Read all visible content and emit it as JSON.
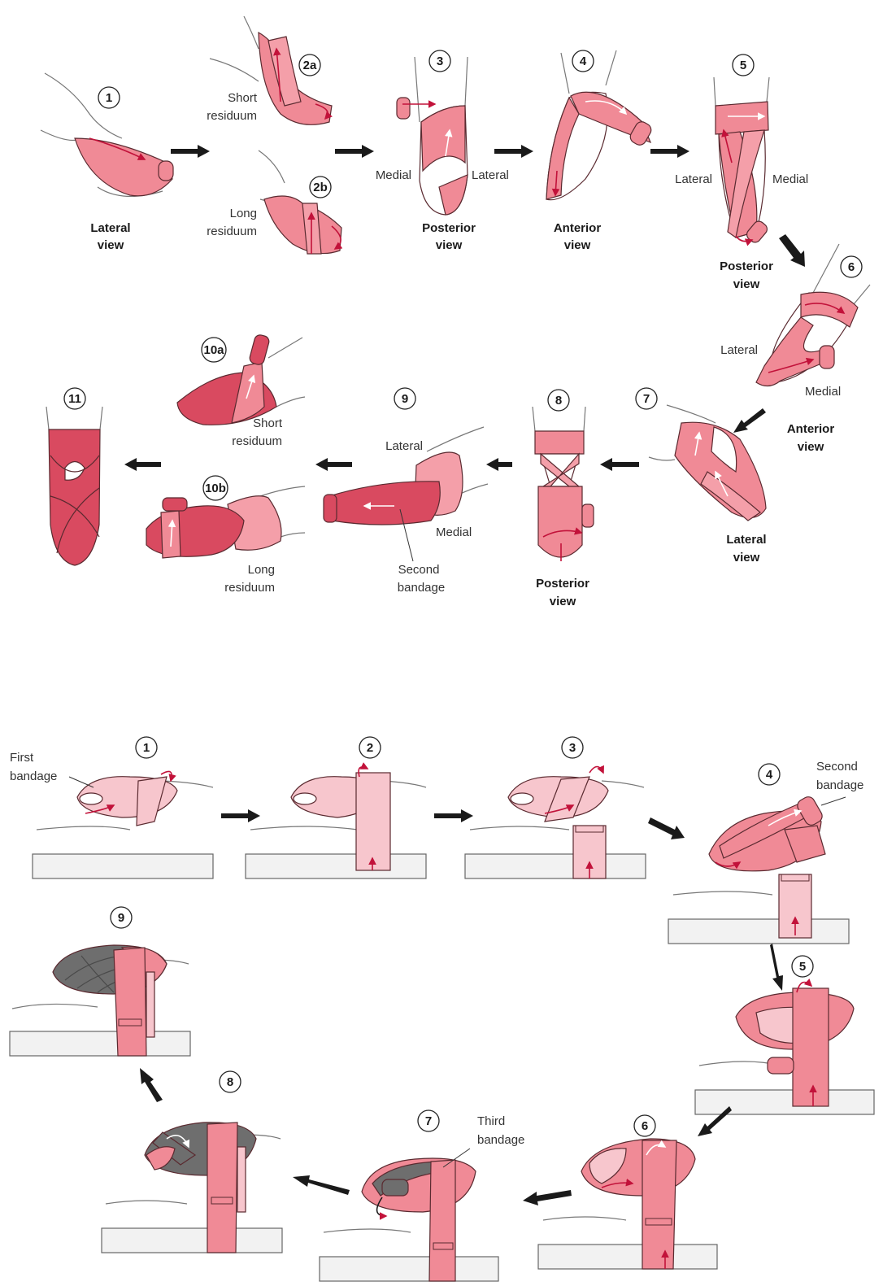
{
  "colors": {
    "bandage": "#f08a96",
    "bandage_dark": "#d94a60",
    "bandage_light": "#f7c6cd",
    "bandage_grey": "#6e6e6e",
    "direction_arrow": "#c2123a",
    "outline": "#5a2a30",
    "skin_line": "#777777",
    "bed": "#f2f2f2",
    "step_arrow": "#1a1a1a"
  },
  "top": {
    "steps": [
      {
        "num": "1",
        "label_lines": [
          "Lateral",
          "view"
        ]
      },
      {
        "num": "2a",
        "label_lines": [
          "Short",
          "residuum"
        ]
      },
      {
        "num": "2b",
        "label_lines": [
          "Long",
          "residuum"
        ]
      },
      {
        "num": "3",
        "label_lines": [
          "Posterior",
          "view"
        ],
        "side_left": "Medial",
        "side_right": "Lateral"
      },
      {
        "num": "4",
        "label_lines": [
          "Anterior",
          "view"
        ]
      },
      {
        "num": "5",
        "label_lines": [
          "Posterior",
          "view"
        ],
        "side_left": "Lateral",
        "side_right": "Medial"
      },
      {
        "num": "6",
        "label_lines": [
          "Anterior",
          "view"
        ],
        "side_left": "Lateral",
        "side_right": "Medial"
      },
      {
        "num": "7",
        "label_lines": [
          "Lateral",
          "view"
        ]
      },
      {
        "num": "8",
        "label_lines": [
          "Posterior",
          "view"
        ]
      },
      {
        "num": "9",
        "side_top": "Lateral",
        "side_bottom": "Medial",
        "callout_lines": [
          "Second",
          "bandage"
        ]
      },
      {
        "num": "10a",
        "label_lines": [
          "Short",
          "residuum"
        ]
      },
      {
        "num": "10b",
        "label_lines": [
          "Long",
          "residuum"
        ]
      },
      {
        "num": "11"
      }
    ]
  },
  "bottom": {
    "steps": [
      {
        "num": "1",
        "callout_lines": [
          "First",
          "bandage"
        ]
      },
      {
        "num": "2"
      },
      {
        "num": "3"
      },
      {
        "num": "4",
        "callout_lines": [
          "Second",
          "bandage"
        ]
      },
      {
        "num": "5"
      },
      {
        "num": "6"
      },
      {
        "num": "7",
        "callout_lines": [
          "Third",
          "bandage"
        ]
      },
      {
        "num": "8"
      },
      {
        "num": "9"
      }
    ]
  }
}
